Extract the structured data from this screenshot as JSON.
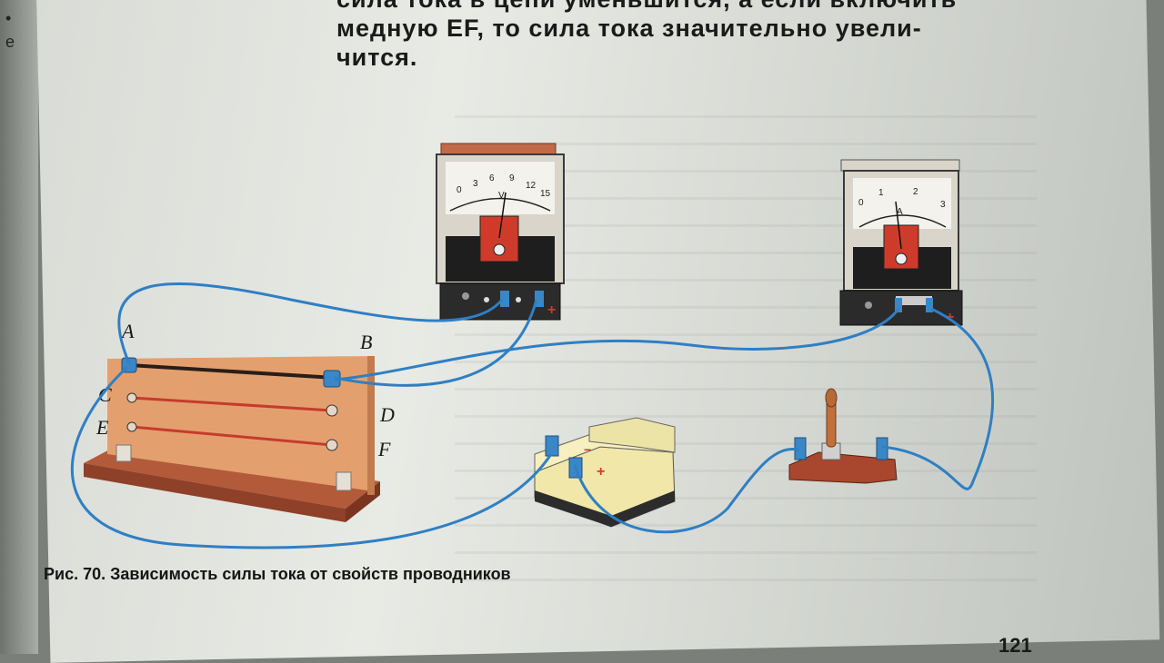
{
  "text": {
    "line0": "сила тока в цепи уменьшится, а если включить",
    "line1": "медную EF, то сила тока значительно увели-",
    "line2": "чится."
  },
  "figure": {
    "labels": {
      "A": "A",
      "B": "B",
      "C": "C",
      "D": "D",
      "E": "E",
      "F": "F"
    },
    "voltmeter": {
      "unit": "V",
      "scale": [
        "0",
        "3",
        "6",
        "9",
        "12",
        "15"
      ]
    },
    "ammeter": {
      "unit": "A",
      "scale": [
        "0",
        "1",
        "2",
        "3"
      ]
    },
    "plus_sign": "+",
    "minus_sign": "−"
  },
  "caption": {
    "prefix": "Рис. 70.",
    "text": "Зависимость силы тока от свойств проводников"
  },
  "page_number": "121",
  "colors": {
    "wire": "#2f7fc4",
    "board": "#c9764a",
    "meter_body": "#d8d4c8",
    "meter_base": "#2b2b2b",
    "accent_red": "#d33a2a"
  }
}
